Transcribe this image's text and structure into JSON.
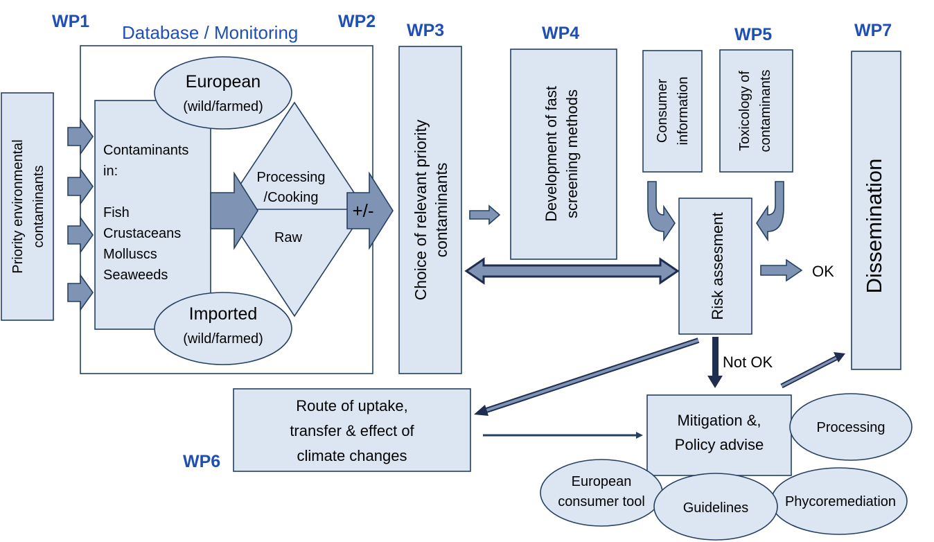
{
  "wp_labels": {
    "wp1": "WP1",
    "wp2": "WP2",
    "wp3": "WP3",
    "wp4": "WP4",
    "wp5": "WP5",
    "wp6": "WP6",
    "wp7": "WP7"
  },
  "database_title": "Database / Monitoring",
  "priority": {
    "line1": "Priority environmental",
    "line2": "contaminants"
  },
  "contaminants": {
    "line1": "Contaminants",
    "line2": "in:",
    "items": [
      "Fish",
      "Crustaceans",
      "Molluscs",
      "Seaweeds"
    ]
  },
  "european": {
    "title": "European",
    "sub": "(wild/farmed)"
  },
  "imported": {
    "title": "Imported",
    "sub": "(wild/farmed)"
  },
  "processing": {
    "line1": "Processing",
    "line2": "/Cooking"
  },
  "raw": "Raw",
  "plus_minus": "+/-",
  "choice": {
    "line1": "Choice of relevant priority",
    "line2": "contaminants"
  },
  "fast_screening": {
    "line1": "Development of fast",
    "line2": "screening methods"
  },
  "consumer_info": {
    "line1": "Consumer",
    "line2": "information"
  },
  "toxicology": {
    "line1": "Toxicology of",
    "line2": "contaminants"
  },
  "risk": "Risk assesment",
  "dissemination": "Dissemination",
  "ok": "OK",
  "not_ok": "Not OK",
  "route": {
    "line1": "Route of uptake,",
    "line2": "transfer & effect of",
    "line3": "climate changes"
  },
  "mitigation": {
    "line1": "Mitigation &,",
    "line2": "Policy advise"
  },
  "ellipses": {
    "processing": "Processing",
    "european_tool_1": "European",
    "european_tool_2": "consumer tool",
    "guidelines": "Guidelines",
    "phyco": "Phycoremediation"
  },
  "colors": {
    "wp_blue": "#1f4fb4",
    "box_fill": "#dce6f2",
    "arrow_fill": "#7f93b4",
    "stroke": "#243f60"
  }
}
